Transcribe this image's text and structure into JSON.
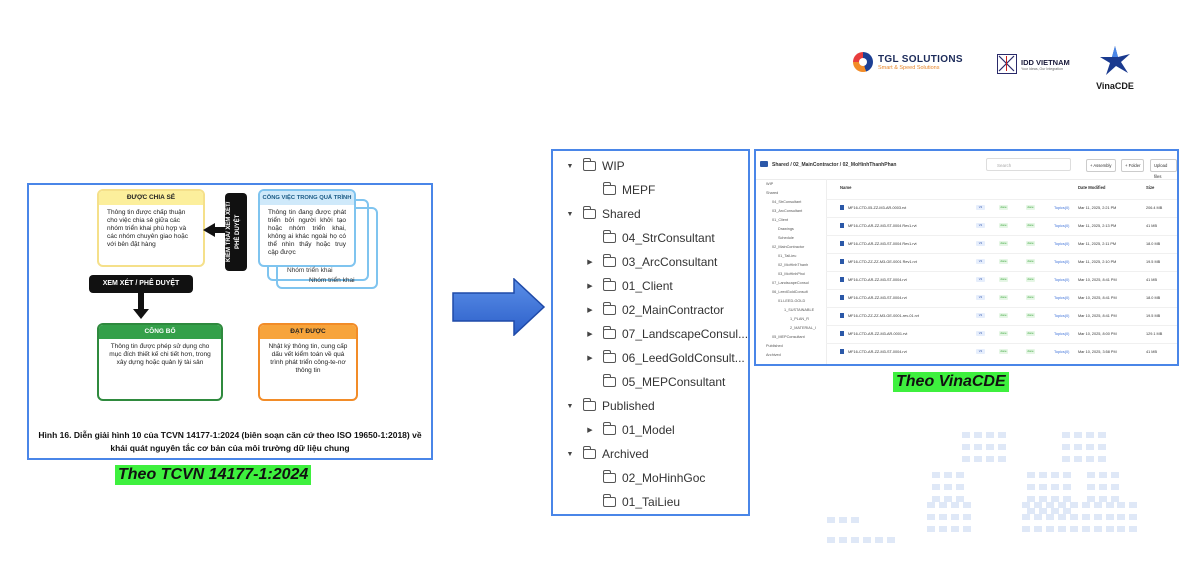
{
  "logos": {
    "tgl": {
      "name": "TGL SOLUTIONS",
      "tagline": "Smart & Speed Solutions"
    },
    "idd": {
      "name": "IDD VIETNAM",
      "tagline": "Your Ideas, Our Integration"
    },
    "vinacde": {
      "name": "VinaCDE"
    }
  },
  "left_diagram": {
    "shared": {
      "title": "ĐƯỢC CHIA SẺ",
      "text": "Thông tin được chấp thuận cho việc chia sẻ giữa các nhóm triển khai phù hợp và các nhóm chuyên giao hoặc với bên đặt hàng"
    },
    "wip": {
      "title": "CÔNG VIỆC TRONG QUÁ TRÌNH",
      "text": "Thông tin đang được phát triển bởi người khởi tạo hoặc nhóm triển khai, không ai khác ngoài họ có thể nhìn thấy hoặc truy cập được",
      "team_label_1": "Nhóm triển khai",
      "team_label_2": "Nhóm triển khai"
    },
    "check_label": "KIỂM TRA/ XEM XÉT/ PHÊ DUYỆT",
    "review_label": "XEM XÉT / PHÊ DUYỆT",
    "published": {
      "title": "CÔNG BỐ",
      "text": "Thông tin được phép sử dụng cho mục đích thiết kế chi tiết hơn, trong xây dựng hoặc quản lý tài sản"
    },
    "archived": {
      "title": "ĐẠT ĐƯỢC",
      "text": "Nhật ký thông tin, cung cấp dấu vết kiểm toán về quá trình phát triển công-te-nơ thông tin"
    },
    "caption": "Hình 16. Diễn giải hình 10 của TCVN 14177-1:2024 (biên soạn căn cứ theo ISO 19650-1:2018) về khái quát nguyên tắc cơ bản của môi trường dữ liệu chung"
  },
  "label_left": "Theo TCVN 14177-1:2024",
  "label_right": "Theo VinaCDE",
  "tree": [
    {
      "label": "WIP",
      "level": 0,
      "caret": "▼"
    },
    {
      "label": "MEPF",
      "level": 1,
      "caret": ""
    },
    {
      "label": "Shared",
      "level": 0,
      "caret": "▼"
    },
    {
      "label": "04_StrConsultant",
      "level": 1,
      "caret": ""
    },
    {
      "label": "03_ArcConsultant",
      "level": 1,
      "caret": "▶"
    },
    {
      "label": "01_Client",
      "level": 1,
      "caret": "▶"
    },
    {
      "label": "02_MainContractor",
      "level": 1,
      "caret": "▶"
    },
    {
      "label": "07_LandscapeConsul...",
      "level": 1,
      "caret": "▶"
    },
    {
      "label": "06_LeedGoldConsult...",
      "level": 1,
      "caret": "▶"
    },
    {
      "label": "05_MEPConsultant",
      "level": 1,
      "caret": ""
    },
    {
      "label": "Published",
      "level": 0,
      "caret": "▼"
    },
    {
      "label": "01_Model",
      "level": 1,
      "caret": "▶"
    },
    {
      "label": "Archived",
      "level": 0,
      "caret": "▼"
    },
    {
      "label": "02_MoHinhGoc",
      "level": 1,
      "caret": ""
    },
    {
      "label": "01_TaiLieu",
      "level": 1,
      "caret": ""
    }
  ],
  "vinacde_screen": {
    "breadcrumb": "Shared / 02_MainContractor / 02_MoHinhThanhPhan",
    "search_placeholder": "Search",
    "buttons": [
      "+ Assembly",
      "+ Folder",
      "Upload files"
    ],
    "sidebar": [
      "WIP",
      "Shared",
      "04_StrConsultant",
      "03_ArcConsultant",
      "01_Client",
      "Drawings",
      "Schedule",
      "02_MainContractor",
      "01_TaiLieu",
      "02_MoHinhThanh",
      "03_MoHinhPhoi",
      "07_LandscapeConsul",
      "06_LeedGoldConsult",
      "01.LEED-GOLD",
      "1_SUSTAINABLE",
      "1_PLAN_R",
      "2_MATERIAL_I",
      "05_MEPConsultant",
      "Published",
      "Archived"
    ],
    "columns": {
      "name": "Name",
      "date": "Date Modified",
      "size": "Size"
    },
    "rows": [
      {
        "name": "MF16-CTD-05-ZZ-M3-AR-0003.rvt",
        "ver": "V2",
        "status": "done",
        "date": "Mar 11, 2025, 2:21 PM",
        "size": "206.4 MB"
      },
      {
        "name": "MF16-CTD-AR-ZZ-M3-ST-0004 Rev1.rvt",
        "ver": "V2",
        "status": "done",
        "date": "Mar 11, 2025, 2:13 PM",
        "size": "41 MB"
      },
      {
        "name": "MF16-CTD-AR-ZZ-M3-ST-0004 Rev1.rvt",
        "ver": "V2",
        "status": "done",
        "date": "Mar 11, 2025, 2:11 PM",
        "size": "18.0 MB"
      },
      {
        "name": "MF16-CTD-ZZ-ZZ-M3-GE-0001 Rev1.rvt",
        "ver": "V2",
        "status": "done",
        "date": "Mar 11, 2025, 2:10 PM",
        "size": "19.5 MB"
      },
      {
        "name": "MF16-CTD-AR-ZZ-M3-ST-0004.rvt",
        "ver": "V2",
        "status": "done",
        "date": "Mar 10, 2025, 8:41 PM",
        "size": "41 MB"
      },
      {
        "name": "MF16-CTD-AR-ZZ-M3-ST-0004.rvt",
        "ver": "V2",
        "status": "done",
        "date": "Mar 10, 2025, 8:41 PM",
        "size": "18.0 MB"
      },
      {
        "name": "MF16-CTD-ZZ-ZZ-M3-GE-0001-rev-01.rvt",
        "ver": "V2",
        "status": "done",
        "date": "Mar 10, 2025, 8:41 PM",
        "size": "19.5 MB"
      },
      {
        "name": "MF16-CTD-AR-ZZ-M3-AR-0001.rvt",
        "ver": "V2",
        "status": "done",
        "date": "Mar 10, 2025, 8:00 PM",
        "size": "129.1 MB"
      },
      {
        "name": "MF16-CTD-AR-ZZ-M3-ST-0004.rvt",
        "ver": "V2",
        "status": "done",
        "date": "Mar 10, 2025, 3:58 PM",
        "size": "41 MB"
      }
    ],
    "topics_label": "Topics(0)"
  }
}
